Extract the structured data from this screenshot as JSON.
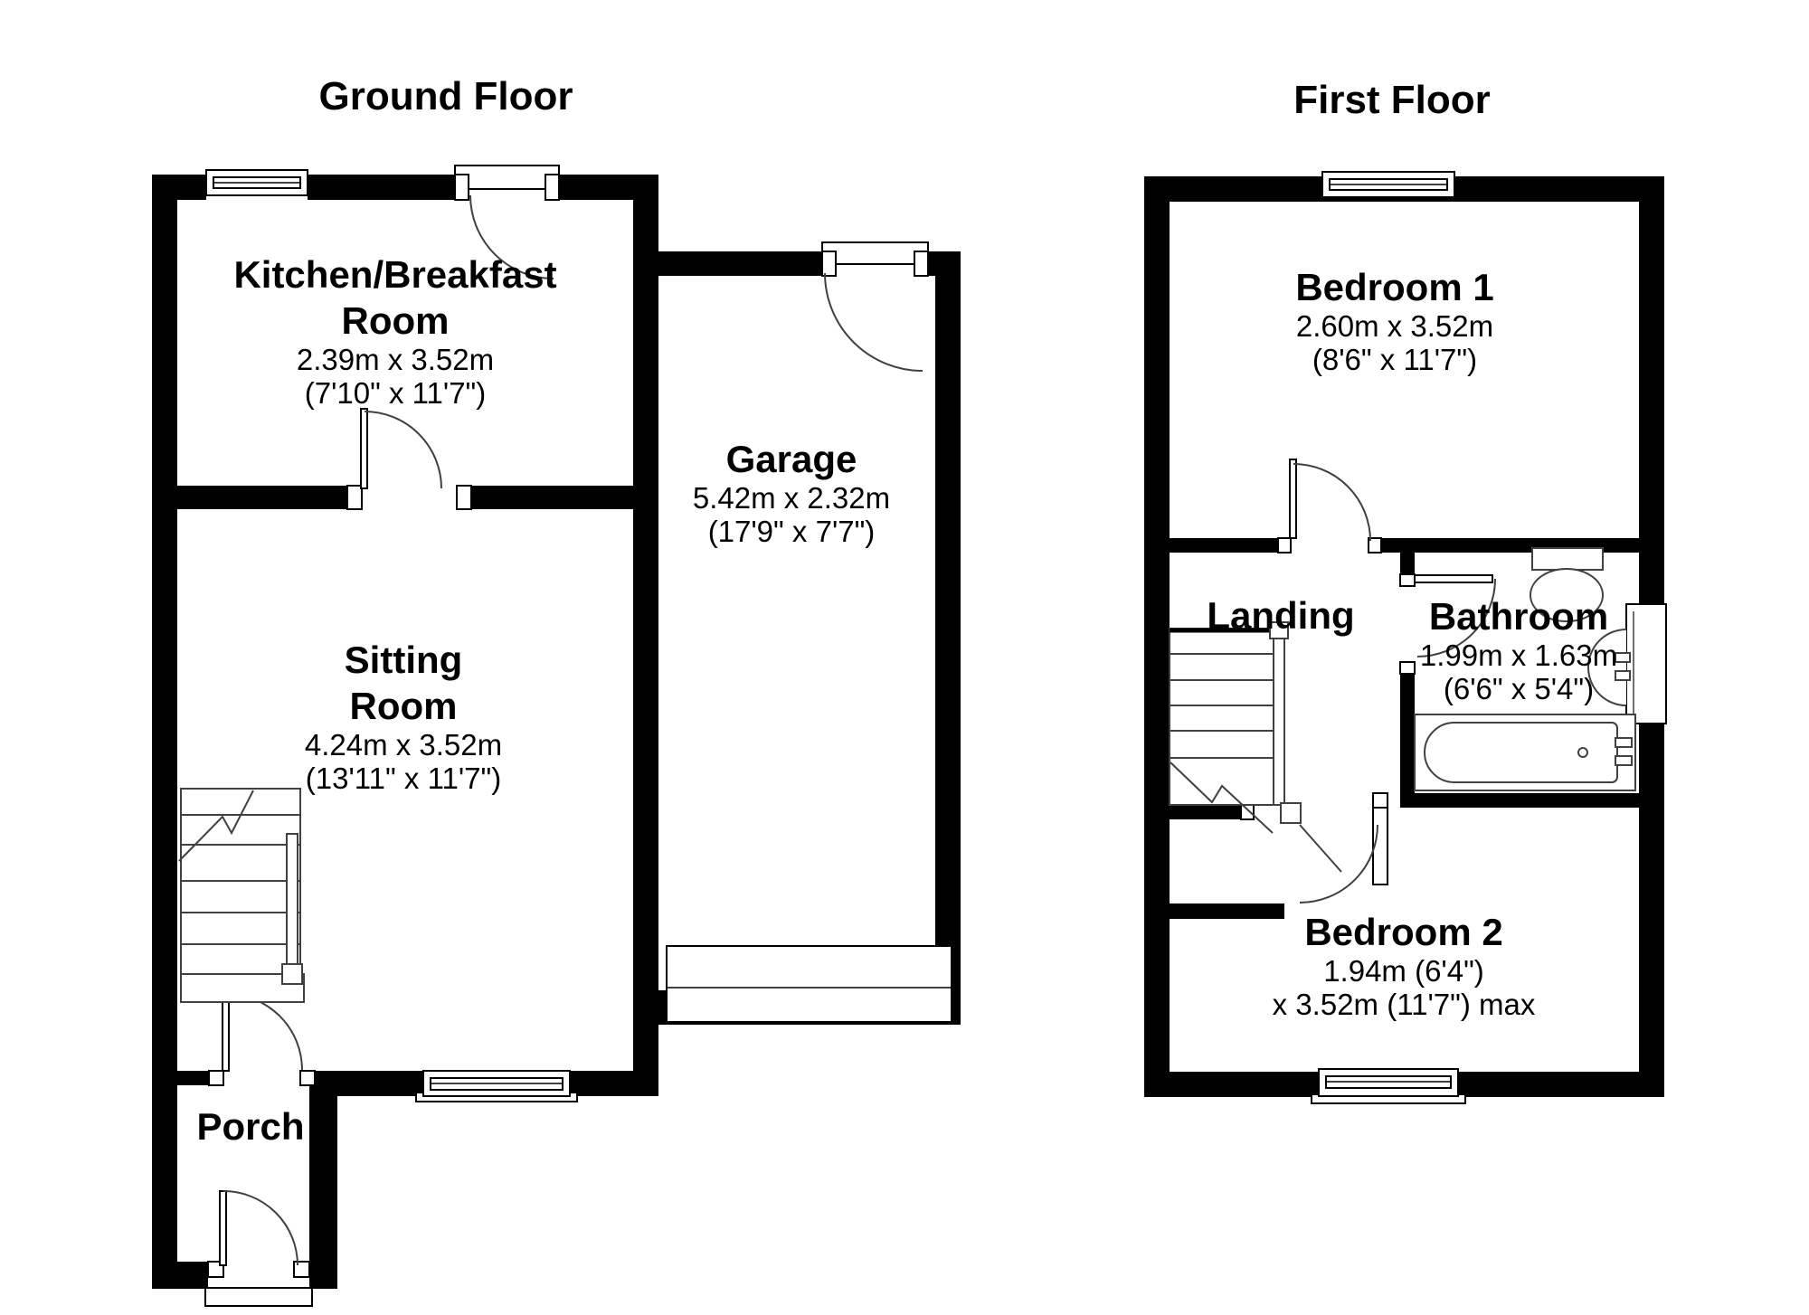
{
  "ground_floor": {
    "title": "Ground Floor",
    "kitchen": {
      "name_line1": "Kitchen/Breakfast",
      "name_line2": "Room",
      "dims_metric": "2.39m x 3.52m",
      "dims_imperial": "(7'10\" x 11'7\")"
    },
    "garage": {
      "name": "Garage",
      "dims_metric": "5.42m x 2.32m",
      "dims_imperial": "(17'9\" x 7'7\")"
    },
    "sitting_room": {
      "name_line1": "Sitting",
      "name_line2": "Room",
      "dims_metric": "4.24m x 3.52m",
      "dims_imperial": "(13'11\" x 11'7\")"
    },
    "porch": {
      "name": "Porch"
    }
  },
  "first_floor": {
    "title": "First Floor",
    "bedroom1": {
      "name": "Bedroom 1",
      "dims_metric": "2.60m x 3.52m",
      "dims_imperial": "(8'6\" x 11'7\")"
    },
    "landing": {
      "name": "Landing"
    },
    "bathroom": {
      "name": "Bathroom",
      "dims_metric": "1.99m x 1.63m",
      "dims_imperial": "(6'6\" x 5'4\")"
    },
    "bedroom2": {
      "name": "Bedroom 2",
      "dims_line1": "1.94m (6'4\")",
      "dims_line2": "x 3.52m (11'7\") max"
    }
  },
  "colors": {
    "wall": "#000000",
    "background": "#ffffff",
    "detail_line": "#404040"
  }
}
